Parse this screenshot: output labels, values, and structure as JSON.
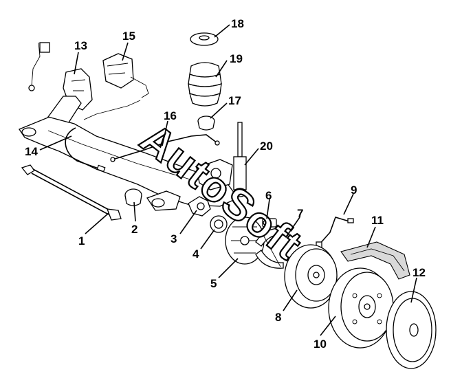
{
  "watermark": "AutoSoft",
  "callouts": [
    {
      "id": "1",
      "text": "1"
    },
    {
      "id": "2",
      "text": "2"
    },
    {
      "id": "3",
      "text": "3"
    },
    {
      "id": "4",
      "text": "4"
    },
    {
      "id": "5",
      "text": "5"
    },
    {
      "id": "6",
      "text": "6"
    },
    {
      "id": "7",
      "text": "7"
    },
    {
      "id": "8",
      "text": "8"
    },
    {
      "id": "9",
      "text": "9"
    },
    {
      "id": "10",
      "text": "10"
    },
    {
      "id": "11",
      "text": "11"
    },
    {
      "id": "12",
      "text": "12"
    },
    {
      "id": "13",
      "text": "13"
    },
    {
      "id": "14",
      "text": "14"
    },
    {
      "id": "15",
      "text": "15"
    },
    {
      "id": "16",
      "text": "16"
    },
    {
      "id": "17",
      "text": "17"
    },
    {
      "id": "18",
      "text": "18"
    },
    {
      "id": "19",
      "text": "19"
    },
    {
      "id": "20",
      "text": "20"
    }
  ]
}
